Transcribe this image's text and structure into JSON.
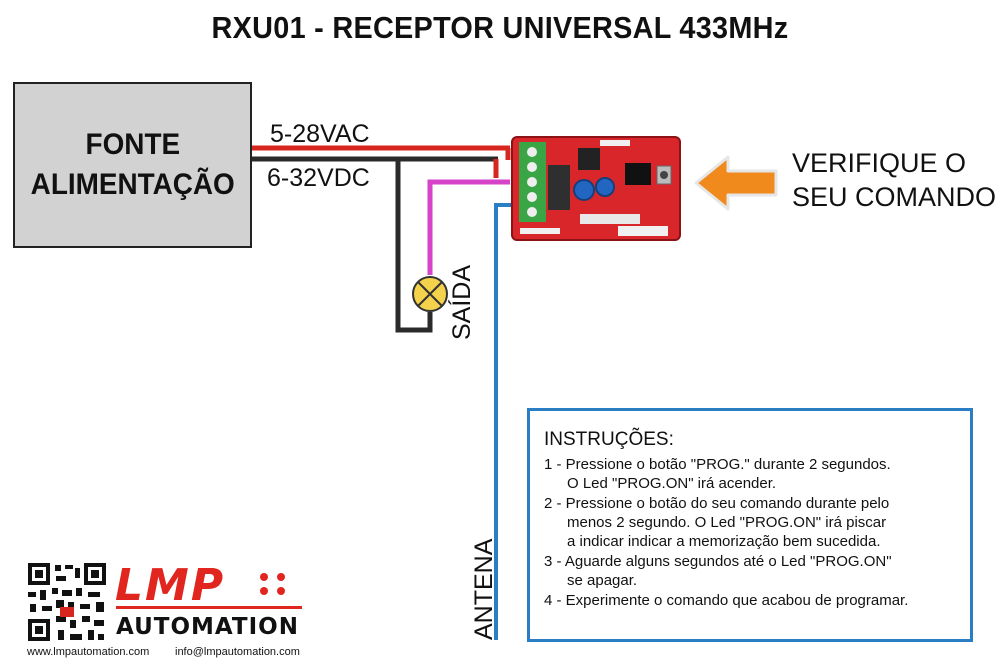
{
  "title": "RXU01 - RECEPTOR UNIVERSAL 433MHz",
  "power_supply": {
    "line1": "FONTE",
    "line2": "ALIMENTAÇÃO"
  },
  "voltage": {
    "ac": "5-28VAC",
    "dc": "6-32VDC"
  },
  "output_label": "SAÍDA",
  "antenna_label": "ANTENA",
  "verify": {
    "line1": "VERIFIQUE O",
    "line2": "SEU COMANDO"
  },
  "instructions": {
    "heading": "INSTRUÇÕES:",
    "steps": [
      {
        "l1": "1 - Pressione o botão \"PROG.\" durante 2 segundos.",
        "l2": "O Led \"PROG.ON\" irá acender."
      },
      {
        "l1": "2 - Pressione o botão do seu comando durante pelo",
        "l2": "menos 2 segundo. O Led \"PROG.ON\" irá piscar",
        "l3": "a indicar indicar a memorização bem sucedida."
      },
      {
        "l1": "3 - Aguarde alguns segundos até o Led \"PROG.ON\"",
        "l2": "se apagar."
      },
      {
        "l1": "4 - Experimente o comando que acabou de programar."
      }
    ]
  },
  "logo": {
    "brand": "LMP",
    "sub": "AUTOMATION",
    "website": "www.lmpautomation.com",
    "email": "info@lmpautomation.com"
  },
  "colors": {
    "wire_power": "#d7261e",
    "wire_ground": "#2b2b2b",
    "wire_output": "#d543c8",
    "wire_antenna": "#2a7fc4",
    "arrow": "#f08a1c",
    "board": "#d9262a"
  },
  "icons": [
    "lamp-icon",
    "receiver-board-icon",
    "orange-arrow-icon",
    "qr-code-icon"
  ]
}
